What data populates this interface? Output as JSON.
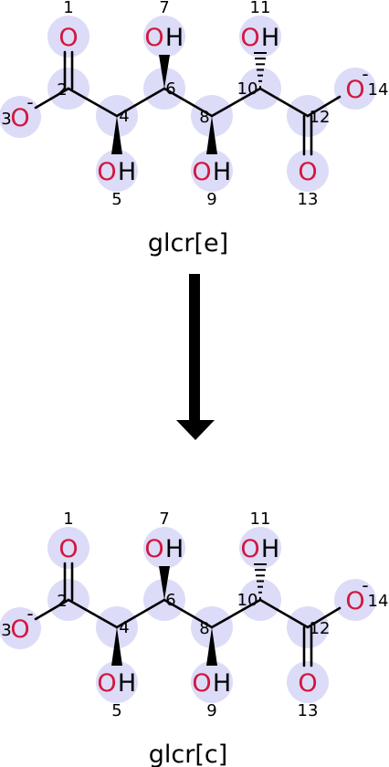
{
  "reaction": {
    "arrow_color": "#000000",
    "highlight_color": "#dcdcf8",
    "oxygen_color": "#d2173c",
    "molecules": [
      {
        "name": "glcr[e]",
        "atoms": [
          {
            "index": "1",
            "element": "O",
            "hydrogens": "",
            "charge": ""
          },
          {
            "index": "2",
            "element": "",
            "hydrogens": "",
            "charge": ""
          },
          {
            "index": "3",
            "element": "O",
            "hydrogens": "",
            "charge": "-"
          },
          {
            "index": "4",
            "element": "",
            "hydrogens": "",
            "charge": ""
          },
          {
            "index": "5",
            "element": "O",
            "hydrogens": "H",
            "charge": ""
          },
          {
            "index": "6",
            "element": "",
            "hydrogens": "",
            "charge": ""
          },
          {
            "index": "7",
            "element": "O",
            "hydrogens": "H",
            "charge": ""
          },
          {
            "index": "8",
            "element": "",
            "hydrogens": "",
            "charge": ""
          },
          {
            "index": "9",
            "element": "O",
            "hydrogens": "H",
            "charge": ""
          },
          {
            "index": "10",
            "element": "",
            "hydrogens": "",
            "charge": ""
          },
          {
            "index": "11",
            "element": "O",
            "hydrogens": "H",
            "charge": ""
          },
          {
            "index": "12",
            "element": "",
            "hydrogens": "",
            "charge": ""
          },
          {
            "index": "13",
            "element": "O",
            "hydrogens": "",
            "charge": ""
          },
          {
            "index": "14",
            "element": "O",
            "hydrogens": "",
            "charge": "-"
          }
        ]
      },
      {
        "name": "glcr[c]",
        "atoms": [
          {
            "index": "1",
            "element": "O",
            "hydrogens": "",
            "charge": ""
          },
          {
            "index": "2",
            "element": "",
            "hydrogens": "",
            "charge": ""
          },
          {
            "index": "3",
            "element": "O",
            "hydrogens": "",
            "charge": "-"
          },
          {
            "index": "4",
            "element": "",
            "hydrogens": "",
            "charge": ""
          },
          {
            "index": "5",
            "element": "O",
            "hydrogens": "H",
            "charge": ""
          },
          {
            "index": "6",
            "element": "",
            "hydrogens": "",
            "charge": ""
          },
          {
            "index": "7",
            "element": "O",
            "hydrogens": "H",
            "charge": ""
          },
          {
            "index": "8",
            "element": "",
            "hydrogens": "",
            "charge": ""
          },
          {
            "index": "9",
            "element": "O",
            "hydrogens": "H",
            "charge": ""
          },
          {
            "index": "10",
            "element": "",
            "hydrogens": "",
            "charge": ""
          },
          {
            "index": "11",
            "element": "O",
            "hydrogens": "H",
            "charge": ""
          },
          {
            "index": "12",
            "element": "",
            "hydrogens": "",
            "charge": ""
          },
          {
            "index": "13",
            "element": "O",
            "hydrogens": "",
            "charge": ""
          },
          {
            "index": "14",
            "element": "O",
            "hydrogens": "",
            "charge": "-"
          }
        ]
      }
    ]
  }
}
